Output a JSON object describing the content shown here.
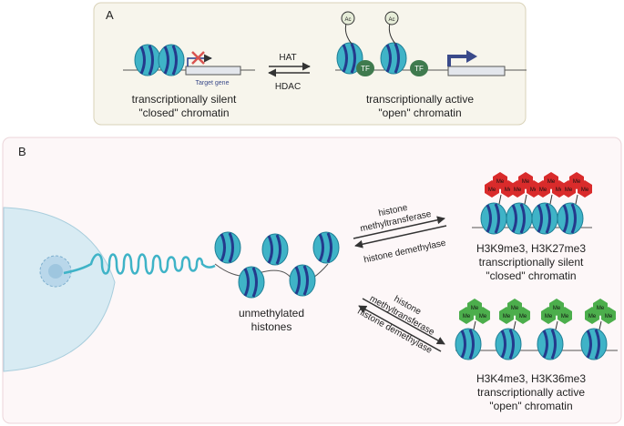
{
  "panel_a": {
    "label": "A",
    "target_gene": "Target gene",
    "silent_line1": "transcriptionally silent",
    "silent_line2": "\"closed\" chromatin",
    "active_line1": "transcriptionally active",
    "active_line2": "\"open\" chromatin",
    "hat": "HAT",
    "hdac": "HDAC",
    "ac": "Ac",
    "tf": "TF"
  },
  "panel_b": {
    "label": "B",
    "unmethylated_line1": "unmethylated",
    "unmethylated_line2": "histones",
    "top_enzyme_line1": "histone",
    "top_enzyme_line2": "methyltransferase",
    "top_demethylase": "histone demethylase",
    "bottom_enzyme_line1": "histone",
    "bottom_enzyme_line2": "methyltransferase",
    "bottom_demethylase": "histone demethylase",
    "silent_marks": "H3K9me3, H3K27me3",
    "silent_line1": "transcriptionally silent",
    "silent_line2": "\"closed\" chromatin",
    "active_marks": "H3K4me3, H3K36me3",
    "active_line1": "transcriptionally active",
    "active_line2": "\"open\" chromatin",
    "me": "Me"
  },
  "colors": {
    "panel_a_bg": "#f7f5ec",
    "panel_a_border": "#d9d2b8",
    "panel_b_bg": "#fdf7f8",
    "panel_b_border": "#ecd6da",
    "nucleosome": "#3fb3c7",
    "nucleosome_dark": "#1e7f96",
    "dna_band": "#243a8c",
    "tf_green": "#3f7a4e",
    "me_red": "#d92b2b",
    "me_green": "#4cae4c",
    "arrow_blue": "#3a4a8a"
  }
}
